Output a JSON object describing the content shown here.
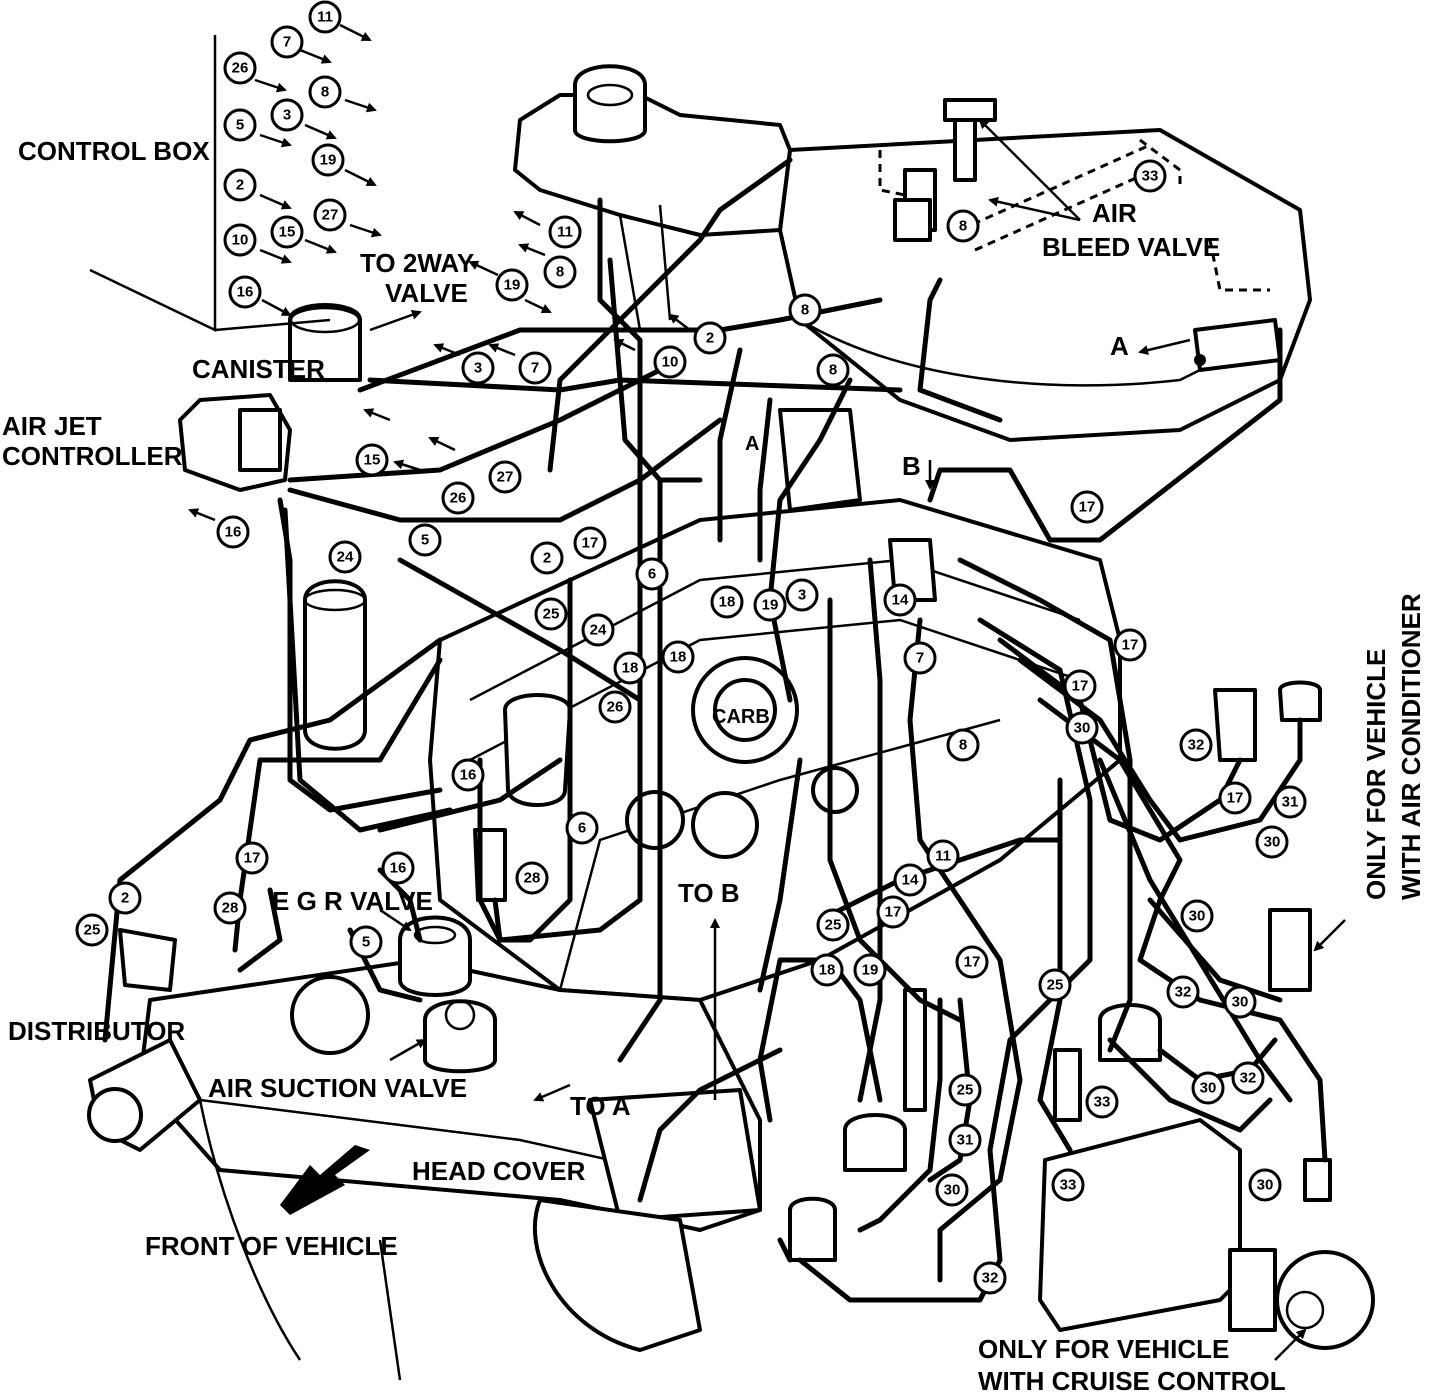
{
  "labels": {
    "control_box": "CONTROL BOX",
    "to_2way_l1": "TO 2WAY",
    "to_2way_l2": "VALVE",
    "canister": "CANISTER",
    "air_jet_l1": "AIR JET",
    "air_jet_l2": "CONTROLLER",
    "air_bleed_l1": "AIR",
    "air_bleed_l2": "BLEED VALVE",
    "egr": "E G R VALVE",
    "distributor": "DISTRIBUTOR",
    "air_suction": "AIR SUCTION VALVE",
    "head_cover": "HEAD COVER",
    "front": "FRONT OF VEHICLE",
    "to_a": "TO A",
    "to_b": "TO B",
    "carb": "CARB",
    "letter_a_top": "A",
    "letter_b_top": "B",
    "letter_a_mid": "A",
    "ac_l1": "ONLY FOR VEHICLE",
    "ac_l2": "WITH AIR CONDITIONER",
    "cruise_l1": "ONLY FOR VEHICLE",
    "cruise_l2": "WITH CRUISE CONTROL"
  },
  "callouts": [
    {
      "id": "c11a",
      "n": "11"
    },
    {
      "id": "c7a",
      "n": "7"
    },
    {
      "id": "c26a",
      "n": "26"
    },
    {
      "id": "c8a",
      "n": "8"
    },
    {
      "id": "c5a",
      "n": "5"
    },
    {
      "id": "c3a",
      "n": "3"
    },
    {
      "id": "c19a",
      "n": "19"
    },
    {
      "id": "c2a",
      "n": "2"
    },
    {
      "id": "c27a",
      "n": "27"
    },
    {
      "id": "c10a",
      "n": "10"
    },
    {
      "id": "c15a",
      "n": "15"
    },
    {
      "id": "c16a",
      "n": "16"
    },
    {
      "id": "c11b",
      "n": "11"
    },
    {
      "id": "c8b",
      "n": "8"
    },
    {
      "id": "c19b",
      "n": "19"
    },
    {
      "id": "c2b",
      "n": "2"
    },
    {
      "id": "c10b",
      "n": "10"
    },
    {
      "id": "c3b",
      "n": "3"
    },
    {
      "id": "c7b",
      "n": "7"
    },
    {
      "id": "c8c",
      "n": "8"
    },
    {
      "id": "c8d",
      "n": "8"
    },
    {
      "id": "c33a",
      "n": "33"
    },
    {
      "id": "c8e",
      "n": "8"
    },
    {
      "id": "c15b",
      "n": "15"
    },
    {
      "id": "c26b",
      "n": "26"
    },
    {
      "id": "c27b",
      "n": "27"
    },
    {
      "id": "c5b",
      "n": "5"
    },
    {
      "id": "c16b",
      "n": "16"
    },
    {
      "id": "c24a",
      "n": "24"
    },
    {
      "id": "c2c",
      "n": "2"
    },
    {
      "id": "c17a",
      "n": "17"
    },
    {
      "id": "c6a",
      "n": "6"
    },
    {
      "id": "c25a",
      "n": "25"
    },
    {
      "id": "c24b",
      "n": "24"
    },
    {
      "id": "c18a",
      "n": "18"
    },
    {
      "id": "c19c",
      "n": "19"
    },
    {
      "id": "c3c",
      "n": "3"
    },
    {
      "id": "c14a",
      "n": "14"
    },
    {
      "id": "c17b",
      "n": "17"
    },
    {
      "id": "c17c",
      "n": "17"
    },
    {
      "id": "c18b",
      "n": "18"
    },
    {
      "id": "c18c",
      "n": "18"
    },
    {
      "id": "c7c",
      "n": "7"
    },
    {
      "id": "c26c",
      "n": "26"
    },
    {
      "id": "c17d",
      "n": "17"
    },
    {
      "id": "c30a",
      "n": "30"
    },
    {
      "id": "c8f",
      "n": "8"
    },
    {
      "id": "c32a",
      "n": "32"
    },
    {
      "id": "c17e",
      "n": "17"
    },
    {
      "id": "c31a",
      "n": "31"
    },
    {
      "id": "c30b",
      "n": "30"
    },
    {
      "id": "c16c",
      "n": "16"
    },
    {
      "id": "c6b",
      "n": "6"
    },
    {
      "id": "c11c",
      "n": "11"
    },
    {
      "id": "c16d",
      "n": "16"
    },
    {
      "id": "c28a",
      "n": "28"
    },
    {
      "id": "c17f",
      "n": "17"
    },
    {
      "id": "c2d",
      "n": "2"
    },
    {
      "id": "c25b",
      "n": "25"
    },
    {
      "id": "c28b",
      "n": "28"
    },
    {
      "id": "c5c",
      "n": "5"
    },
    {
      "id": "c14b",
      "n": "14"
    },
    {
      "id": "c25c",
      "n": "25"
    },
    {
      "id": "c17g",
      "n": "17"
    },
    {
      "id": "c18d",
      "n": "18"
    },
    {
      "id": "c19d",
      "n": "19"
    },
    {
      "id": "c17h",
      "n": "17"
    },
    {
      "id": "c30c",
      "n": "30"
    },
    {
      "id": "c32b",
      "n": "32"
    },
    {
      "id": "c30d",
      "n": "30"
    },
    {
      "id": "c25d",
      "n": "25"
    },
    {
      "id": "c25e",
      "n": "25"
    },
    {
      "id": "c31b",
      "n": "31"
    },
    {
      "id": "c30e",
      "n": "30"
    },
    {
      "id": "c32c",
      "n": "32"
    },
    {
      "id": "c33b",
      "n": "33"
    },
    {
      "id": "c30f",
      "n": "30"
    },
    {
      "id": "c33c",
      "n": "33"
    },
    {
      "id": "c30g",
      "n": "30"
    },
    {
      "id": "c32d",
      "n": "32"
    }
  ]
}
